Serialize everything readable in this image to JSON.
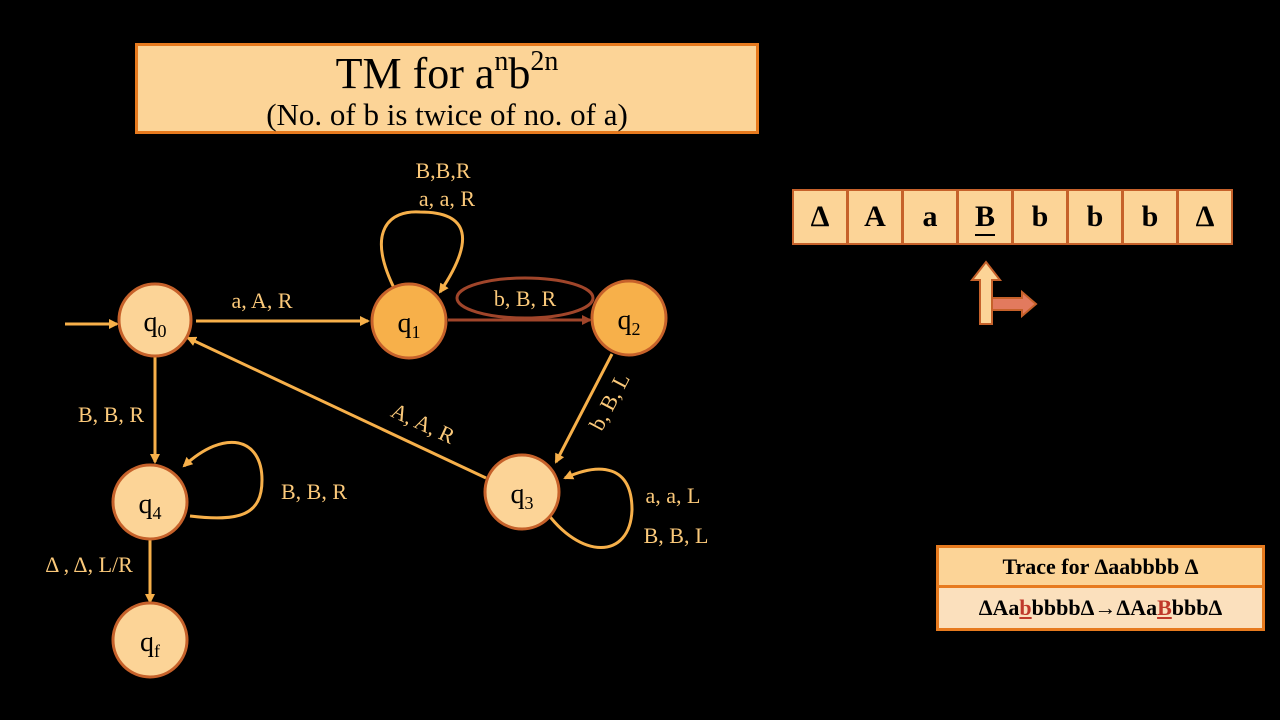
{
  "title": {
    "line1_base": "TM for a",
    "sup1": "n",
    "mid": "b",
    "sup2": "2n",
    "subtitle": "(No. of b is twice of no. of a)"
  },
  "states": {
    "q0": "q",
    "q0_sub": "0",
    "q1": "q",
    "q1_sub": "1",
    "q2": "q",
    "q2_sub": "2",
    "q3": "q",
    "q3_sub": "3",
    "q4": "q",
    "q4_sub": "4",
    "qf": "q",
    "qf_sub": "f"
  },
  "transitions": {
    "q0_q1": "a, A, R",
    "q1_loop_1": "B,B,R",
    "q1_loop_2": "a, a, R",
    "q1_q2": "b, B, R",
    "q2_q3": "b, B, L",
    "q3_q0": "A, A, R",
    "q3_loop_1": "a, a, L",
    "q3_loop_2": "B, B, L",
    "q0_q4": "B, B, R",
    "q4_loop": "B, B, R",
    "q4_qf": "Δ , Δ, L/R"
  },
  "tape": [
    "Δ",
    "A",
    "a",
    "B",
    "b",
    "b",
    "b",
    "Δ"
  ],
  "head_index": 3,
  "trace": {
    "title": "Trace for Δaabbbb Δ",
    "step_before_pre": "ΔAa",
    "step_before_hl": "b",
    "step_before_post": "bbbbΔ",
    "arrow": "→",
    "step_after_pre": "ΔAa",
    "step_after_hl": "B",
    "step_after_post": "bbbΔ"
  },
  "colors": {
    "state_fill": "#fcd497",
    "active_fill": "#f7b04a",
    "border": "#c6612a",
    "edge": "#f7b04a",
    "highlight_edge": "#a0452a",
    "text": "#fbc97a"
  }
}
